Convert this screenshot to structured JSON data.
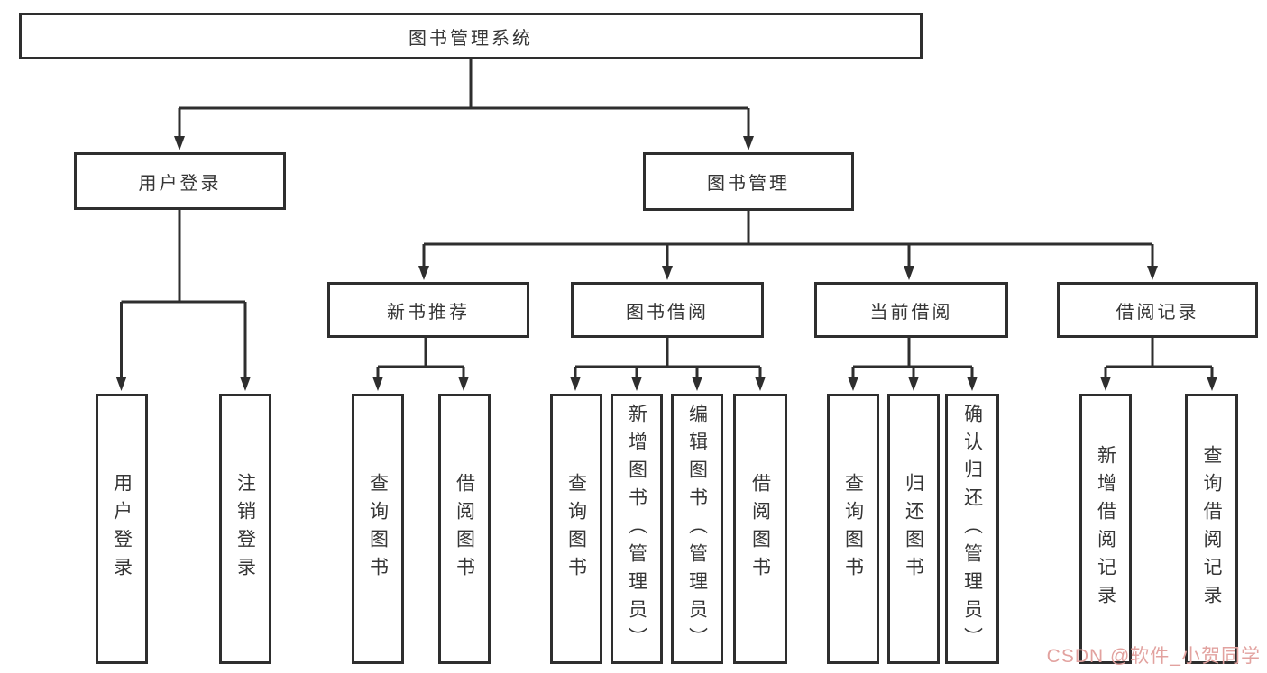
{
  "diagram": {
    "root": {
      "label": "图书管理系统"
    },
    "level2": [
      {
        "label": "用户登录"
      },
      {
        "label": "图书管理"
      }
    ],
    "level3": [
      {
        "label": "新书推荐"
      },
      {
        "label": "图书借阅"
      },
      {
        "label": "当前借阅"
      },
      {
        "label": "借阅记录"
      }
    ],
    "leaves": [
      {
        "label": "用户登录",
        "parent": "用户登录"
      },
      {
        "label": "注销登录",
        "parent": "用户登录"
      },
      {
        "label": "查询图书",
        "parent": "新书推荐"
      },
      {
        "label": "借阅图书",
        "parent": "新书推荐"
      },
      {
        "label": "查询图书",
        "parent": "图书借阅"
      },
      {
        "label": "新增图书（管理员）",
        "parent": "图书借阅"
      },
      {
        "label": "编辑图书（管理员）",
        "parent": "图书借阅"
      },
      {
        "label": "借阅图书",
        "parent": "图书借阅"
      },
      {
        "label": "查询图书",
        "parent": "当前借阅"
      },
      {
        "label": "归还图书",
        "parent": "当前借阅"
      },
      {
        "label": "确认归还（管理员）",
        "parent": "当前借阅"
      },
      {
        "label": "新增借阅记录",
        "parent": "借阅记录"
      },
      {
        "label": "查询借阅记录",
        "parent": "借阅记录"
      }
    ],
    "colors": {
      "line": "#2e2e2e",
      "text": "#363636",
      "background": "#ffffff"
    }
  },
  "watermark": {
    "text": "CSDN @软件_小贺同学",
    "color": "#e2a29f"
  }
}
